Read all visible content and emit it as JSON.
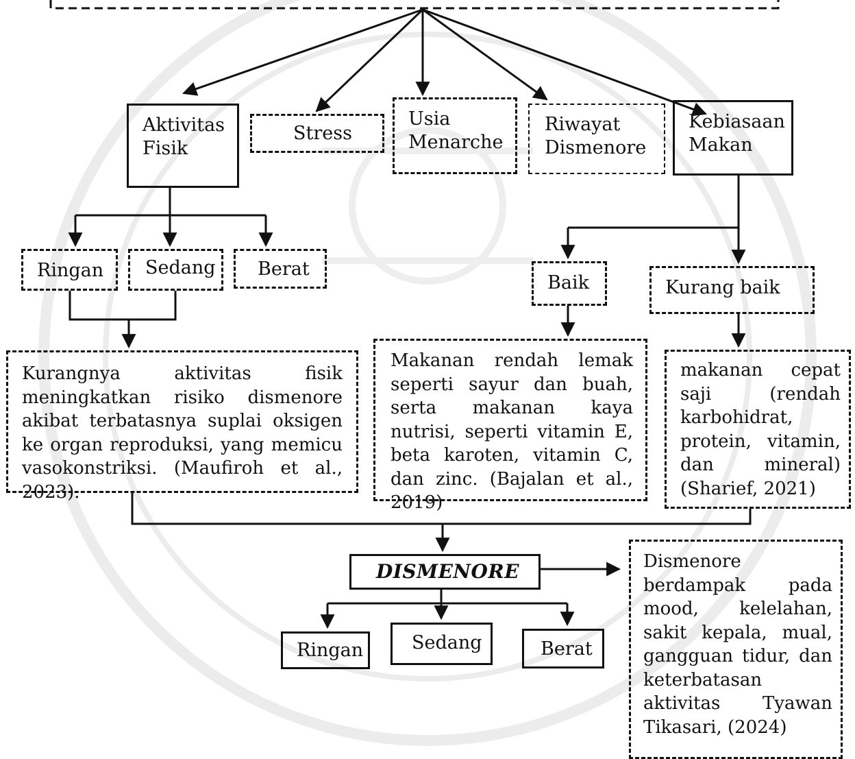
{
  "factors": {
    "aktivitas_fisik": "Aktivitas Fisik",
    "stress": "Stress",
    "usia_menarche": "Usia Menarche",
    "riwayat_dismenore": "Riwayat Dismenore",
    "kebiasaan_makan": "Kebiasaan Makan"
  },
  "aktivitas_levels": {
    "ringan": "Ringan",
    "sedang": "Sedang",
    "berat": "Berat"
  },
  "makan_levels": {
    "baik": "Baik",
    "kurang_baik": "Kurang baik"
  },
  "explanations": {
    "aktivitas": "Kurangnya aktivitas fisik meningkatkan risiko dismenore akibat terbatasnya suplai oksigen ke organ reproduksi, yang memicu vasokonstriksi. (Maufiroh et al., 2023).",
    "baik": "Makanan rendah lemak seperti sayur dan buah, serta makanan kaya nutrisi, seperti vitamin E, beta karoten, vitamin C, dan zinc. (Bajalan et al., 2019)",
    "kurang_baik": "makanan cepat saji (rendah karbohidrat, protein, vitamin, dan mineral) (Sharief, 2021)"
  },
  "outcome": {
    "title": "DISMENORE",
    "levels": {
      "ringan": "Ringan",
      "sedang": "Sedang",
      "berat": "Berat"
    },
    "impact": "Dismenore berdampak pada mood, kelelahan, sakit kepala, mual, gangguan tidur, dan keterbatasan aktivitas Tyawan Tikasari, (2024)"
  }
}
